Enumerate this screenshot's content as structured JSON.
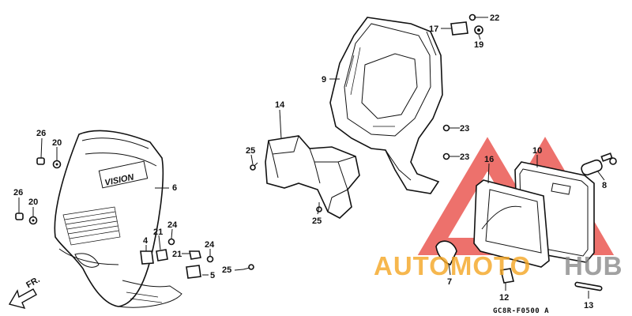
{
  "diagram": {
    "callouts": {
      "c4": "4",
      "c5": "5",
      "c6": "6",
      "c7": "7",
      "c8": "8",
      "c9": "9",
      "c10": "10",
      "c12": "12",
      "c13": "13",
      "c14": "14",
      "c16": "16",
      "c17": "17",
      "c19": "19",
      "c20a": "20",
      "c20b": "20",
      "c21a": "21",
      "c21b": "21",
      "c22": "22",
      "c23a": "23",
      "c23b": "23",
      "c24a": "24",
      "c24b": "24",
      "c25a": "25",
      "c25b": "25",
      "c25c": "25",
      "c26a": "26",
      "c26b": "26"
    },
    "direction_label": "FR.",
    "emblem_text": "VISION",
    "drawing_code": "GC8R-F0500 A"
  },
  "watermark": {
    "text_orange": "AUTOMOTO",
    "text_gray": "HUB",
    "color_red": "#e8423b",
    "color_orange": "#f5a623",
    "color_gray": "#8a8a8a"
  }
}
